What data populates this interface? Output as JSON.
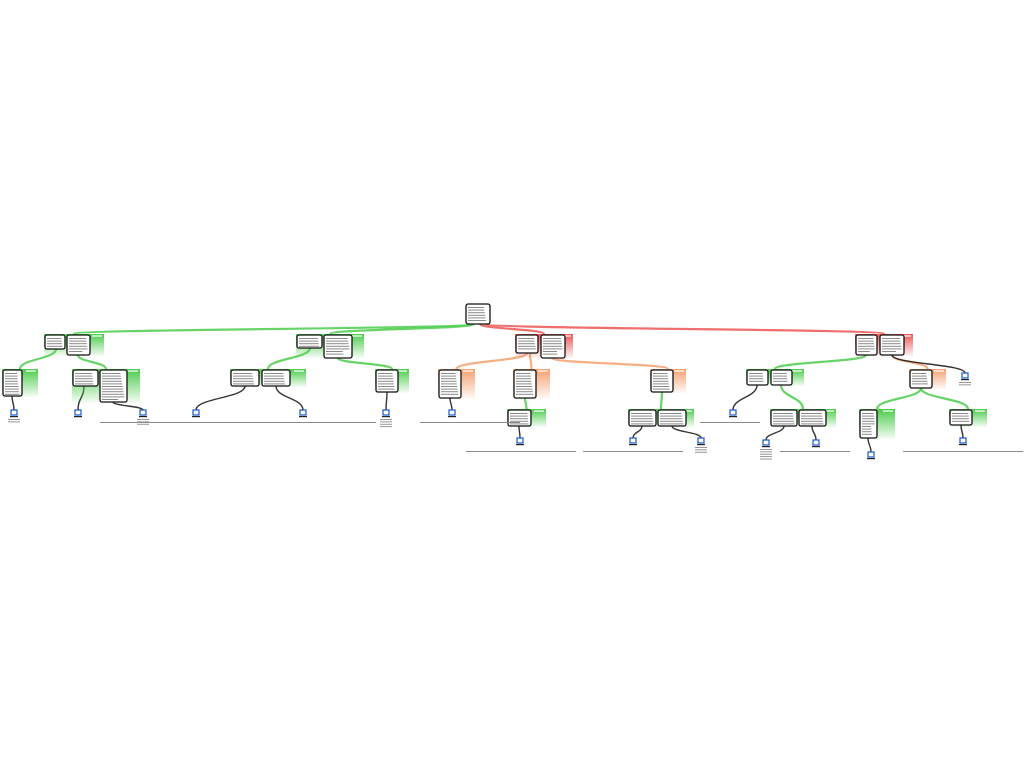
{
  "diagram": {
    "type": "argument-map",
    "colors": {
      "support": "#4ccc4c",
      "oppose": "#ee5555",
      "rebuttal": "#f4a070",
      "evidence": "#111111",
      "source_icon": "#1a56c8",
      "box_border": "#111111",
      "text_placeholder": "#8a8a8a"
    },
    "relations": [
      "support",
      "oppose",
      "rebuttal",
      "evidence"
    ]
  }
}
